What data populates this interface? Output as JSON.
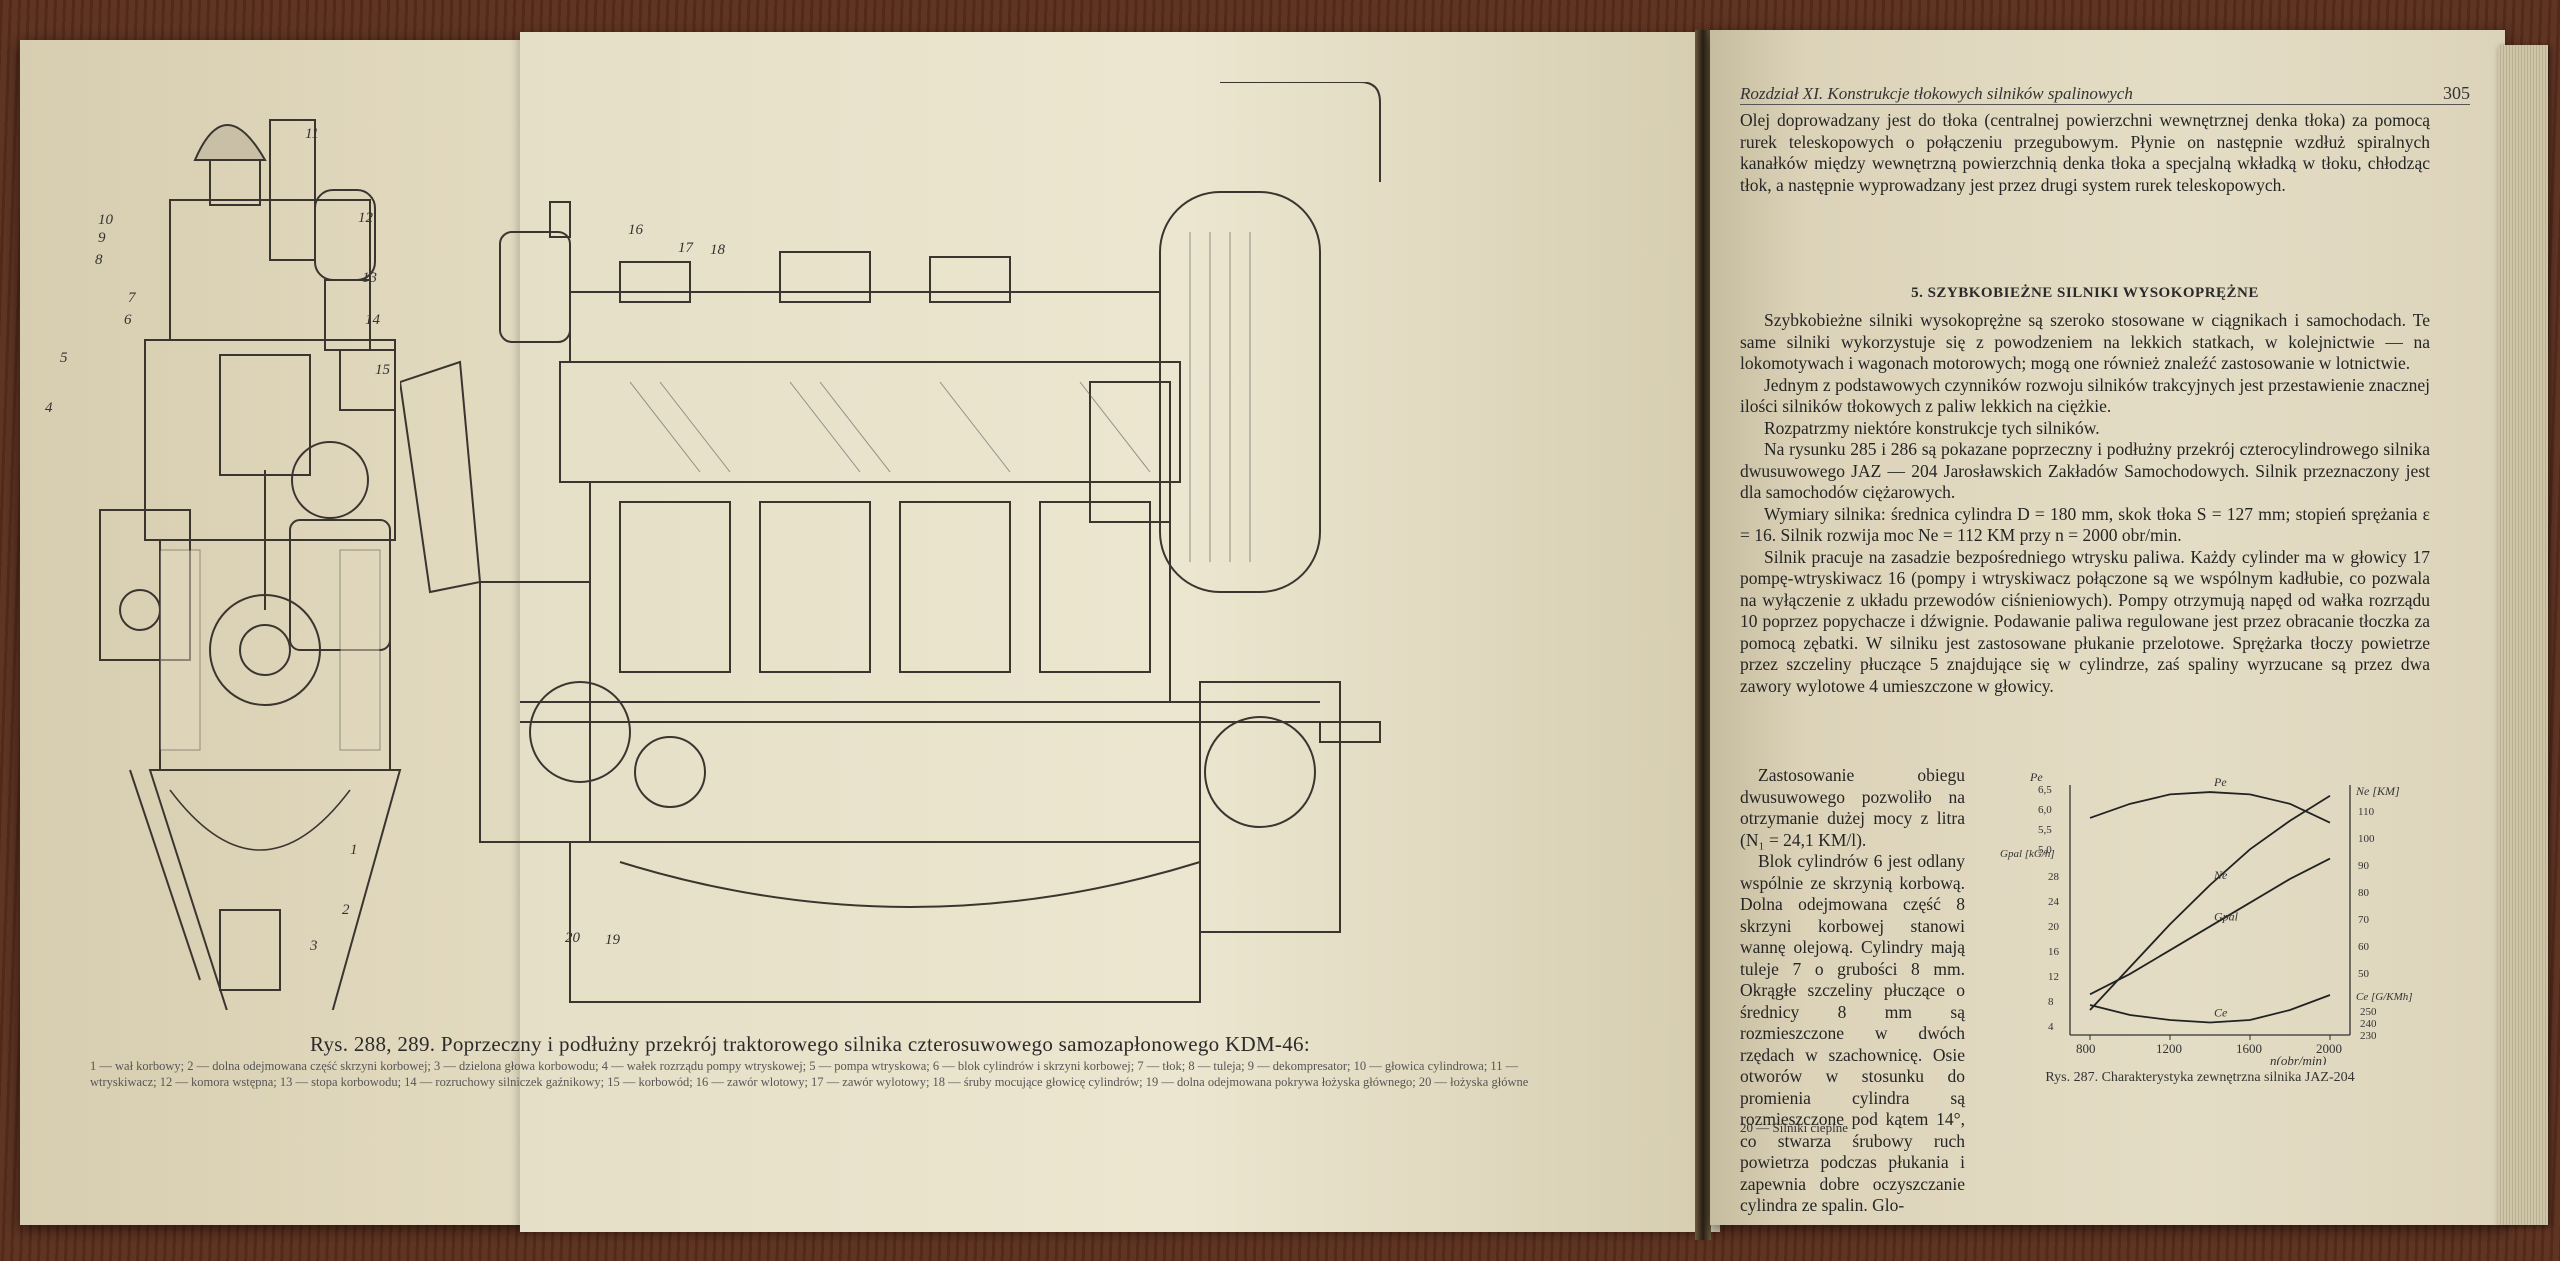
{
  "left_page": {
    "figure_caption": {
      "title": "Rys. 288, 289. Poprzeczny i podłużny przekrój traktorowego silnika czterosuwowego samozapłonowego KDM-46:",
      "legend": "1 — wał korbowy; 2 — dolna odejmowana część skrzyni korbowej; 3 — dzielona głowa korbowodu; 4 — wałek rozrządu pompy wtryskowej; 5 — pompa wtryskowa; 6 — blok cylindrów i skrzyni korbowej; 7 — tłok; 8 — tuleja; 9 — dekompresator; 10 — głowica cylindrowa; 11 — wtryskiwacz; 12 — komora wstępna; 13 — stopa korbowodu; 14 — rozruchowy silniczek gaźnikowy; 15 — korbowód; 16 — zawór wlotowy; 17 — zawór wylotowy; 18 — śruby mocujące głowicę cylindrów; 19 — dolna odejmowana pokrywa łożyska głównego; 20 — łożyska główne"
    },
    "callouts_cross": [
      "10",
      "9",
      "8",
      "7",
      "6",
      "5",
      "4",
      "11",
      "12",
      "13",
      "14",
      "15",
      "1",
      "2",
      "3"
    ],
    "callouts_long": [
      "16",
      "17",
      "18",
      "20",
      "19"
    ]
  },
  "right_page": {
    "running_head": "Rozdział XI. Konstrukcje tłokowych silników spalinowych",
    "page_number": "305",
    "para_top": "Olej doprowadzany jest do tłoka (centralnej powierzchni wewnętrznej denka tłoka) za pomocą rurek teleskopowych o połączeniu przegubowym. Płynie on następnie wzdłuż spiralnych kanałków między wewnętrzną powierzchnią denka tłoka a specjalną wkładką w tłoku, chłodząc tłok, a następnie wyprowadzany jest przez drugi system rurek teleskopowych.",
    "section_title": "5. SZYBKOBIEŻNE SILNIKI WYSOKOPRĘŻNE",
    "paras": [
      "Szybkobieżne silniki wysokoprężne są szeroko stosowane w ciągnikach i samochodach. Te same silniki wykorzystuje się z powodzeniem na lekkich statkach, w kolejnictwie — na lokomotywach i wagonach motorowych; mogą one również znaleźć zastosowanie w lotnictwie.",
      "Jednym z podstawowych czynników rozwoju silników trakcyjnych jest przestawienie znacznej ilości silników tłokowych z paliw lekkich na ciężkie.",
      "Rozpatrzmy niektóre konstrukcje tych silników.",
      "Na rysunku 285 i 286 są pokazane poprzeczny i podłużny przekrój czterocylindrowego silnika dwusuwowego JAZ — 204 Jarosławskich Zakładów Samochodowych. Silnik przeznaczony jest dla samochodów ciężarowych.",
      "Wymiary silnika: średnica cylindra D = 180 mm, skok tłoka S = 127 mm; stopień sprężania ε = 16. Silnik rozwija moc Ne = 112 KM przy n = 2000 obr/min.",
      "Silnik pracuje na zasadzie bezpośredniego wtrysku paliwa. Każdy cylinder ma w głowicy 17 pompę-wtryskiwacz 16 (pompy i wtryskiwacz połączone są we wspólnym kadłubie, co pozwala na wyłączenie z układu przewodów ciśnieniowych). Pompy otrzymują napęd od wałka rozrządu 10 poprzez popychacze i dźwignie. Podawanie paliwa regulowane jest przez obracanie tłoczka za pomocą zębatki. W silniku jest zastosowane płukanie przelotowe. Sprężarka tłoczy powietrze przez szczeliny płuczące 5 znajdujące się w cylindrze, zaś spaliny wyrzucane są przez dwa zawory wylotowe 4 umieszczone w głowicy."
    ],
    "narrow_paras": [
      "Zastosowanie obiegu dwusuwowego pozwoliło na otrzymanie dużej mocy z litra (N₁ = 24,1 KM/l).",
      "Blok cylindrów 6 jest odlany wspólnie ze skrzynią korbową. Dolna odejmowana część 8 skrzyni korbowej stanowi wannę olejową. Cylindry mają tuleje 7 o grubości 8 mm. Okrągłe szczeliny płuczące o średnicy 8 mm są rozmieszczone w dwóch rzędach w szachownicę. Osie otworów w stosunku do promienia cylindra są rozmieszczone pod kątem 14°, co stwarza śrubowy ruch powietrza podczas płukania i zapewnia dobre oczyszczanie cylindra ze spalin. Glo-"
    ],
    "figure_caption": "Rys. 287. Charakterystyka zewnętrzna silnika JAZ-204",
    "footer": "20 — Silniki cieplne"
  },
  "chart_data": {
    "type": "line",
    "title": "",
    "xlabel": "n(obr/min)",
    "x_ticks": [
      800,
      1200,
      1600,
      2000
    ],
    "left_axis_pe": {
      "label": "Pe",
      "ticks": [
        "6,5",
        "6,0",
        "5,5",
        "5,0"
      ]
    },
    "left_axis_gpal": {
      "label": "Gpal [kG/h]",
      "ticks": [
        "28",
        "24",
        "20",
        "16",
        "12",
        "8",
        "4"
      ]
    },
    "right_axis_ne": {
      "label": "Ne [KM]",
      "ticks": [
        "110",
        "100",
        "90",
        "80",
        "70",
        "60",
        "50"
      ]
    },
    "right_axis_ce": {
      "label": "Ce [G/KMh]",
      "ticks": [
        "250",
        "240",
        "230"
      ]
    },
    "xlim": [
      700,
      2100
    ],
    "series": [
      {
        "name": "Pe",
        "x": [
          800,
          1000,
          1200,
          1400,
          1600,
          1800,
          2000
        ],
        "y": [
          5.9,
          6.2,
          6.4,
          6.45,
          6.4,
          6.2,
          5.8
        ],
        "scale": "pe"
      },
      {
        "name": "Ne",
        "x": [
          800,
          1000,
          1200,
          1400,
          1600,
          1800,
          2000
        ],
        "y": [
          52,
          64,
          76,
          87,
          97,
          105,
          112
        ],
        "scale": "ne"
      },
      {
        "name": "Gpal",
        "x": [
          800,
          1000,
          1200,
          1400,
          1600,
          1800,
          2000
        ],
        "y": [
          8,
          11,
          14.5,
          18,
          21.5,
          25,
          28
        ],
        "scale": "gpal"
      },
      {
        "name": "Ce",
        "x": [
          800,
          1000,
          1200,
          1400,
          1600,
          1800,
          2000
        ],
        "y": [
          238,
          234,
          232,
          231,
          232,
          236,
          242
        ],
        "scale": "ce"
      }
    ]
  }
}
